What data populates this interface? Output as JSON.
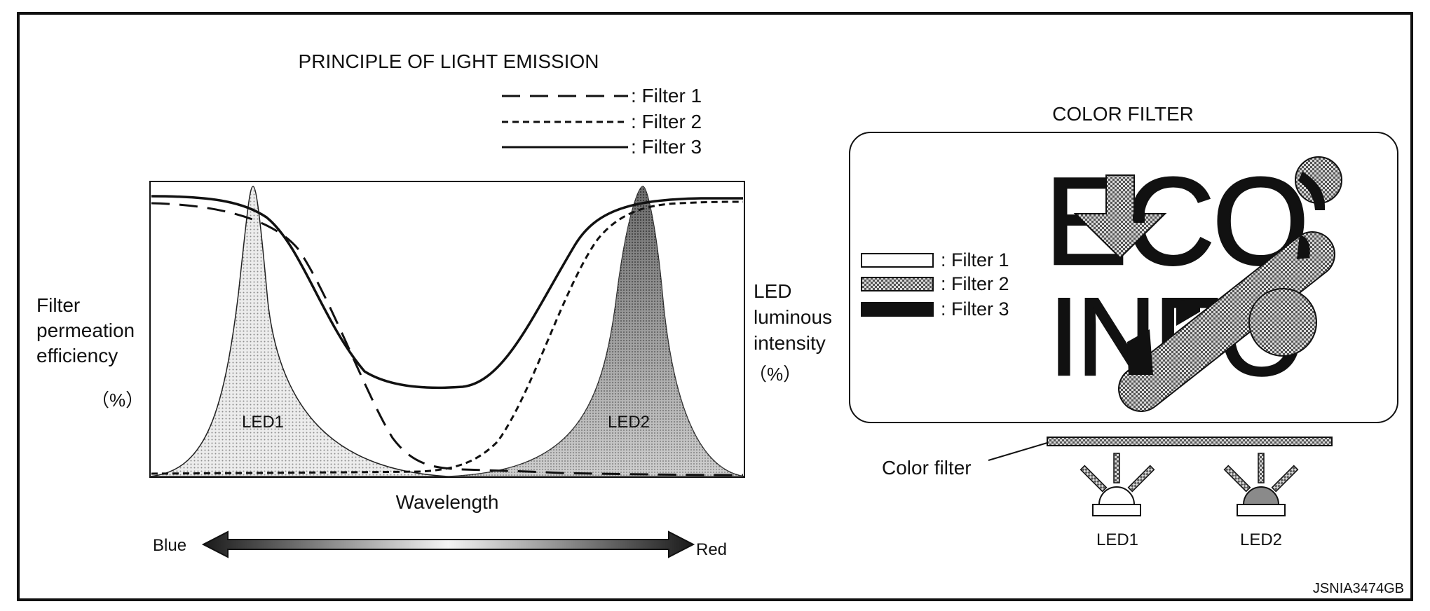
{
  "left_panel": {
    "title": "PRINCIPLE OF LIGHT EMISSION",
    "legend": [
      {
        "style": "long-dash",
        "label": ": Filter 1"
      },
      {
        "style": "short-dash",
        "label": ": Filter 2"
      },
      {
        "style": "solid",
        "label": ": Filter 3"
      }
    ],
    "left_axis_label": [
      "Filter",
      "permeation",
      "efficiency"
    ],
    "left_axis_unit": "（%）",
    "right_axis_label": [
      "LED",
      "luminous",
      "intensity"
    ],
    "right_axis_unit": "（%）",
    "x_axis_label": "Wavelength",
    "led_labels": [
      "LED1",
      "LED2"
    ],
    "spectrum_left": "Blue",
    "spectrum_right": "Red"
  },
  "right_panel": {
    "title": "COLOR FILTER",
    "display_text": [
      "ECO",
      "INFO"
    ],
    "legend": [
      {
        "fill": "white",
        "label": ": Filter 1"
      },
      {
        "fill": "hatched",
        "label": ": Filter 2"
      },
      {
        "fill": "black",
        "label": ": Filter 3"
      }
    ],
    "filter_label": "Color filter",
    "led_labels": [
      "LED1",
      "LED2"
    ]
  },
  "figure_id": "JSNIA3474GB",
  "colors": {
    "ink": "#111111",
    "hatch": "#9a9a9a",
    "led_fill": "#d6d6d6",
    "led2_fill": "#8a8a8a",
    "background": "#ffffff"
  }
}
